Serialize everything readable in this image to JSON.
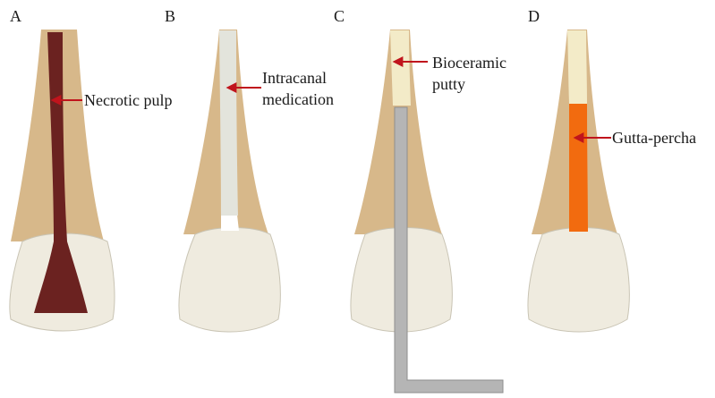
{
  "panels": [
    {
      "letter": "A",
      "label_lines": [
        "Necrotic pulp"
      ]
    },
    {
      "letter": "B",
      "label_lines": [
        "Intracanal",
        "medication"
      ]
    },
    {
      "letter": "C",
      "label_lines": [
        "Bioceramic",
        "putty"
      ]
    },
    {
      "letter": "D",
      "label_lines": [
        "Gutta-percha"
      ]
    }
  ],
  "colors": {
    "root": "#D7B88A",
    "crown": "#EFEBDF",
    "crown_outline": "#C9C4B4",
    "necrotic_pulp": "#6B2220",
    "intracanal_medication": "#E3E4DC",
    "empty_canal": "#FFFFFF",
    "bioceramic_putty": "#F3EBC8",
    "gutta_percha": "#F26B0F",
    "instrument": "#B5B5B5",
    "instrument_outline": "#8E8E8E",
    "arrow": "#C0141C"
  }
}
